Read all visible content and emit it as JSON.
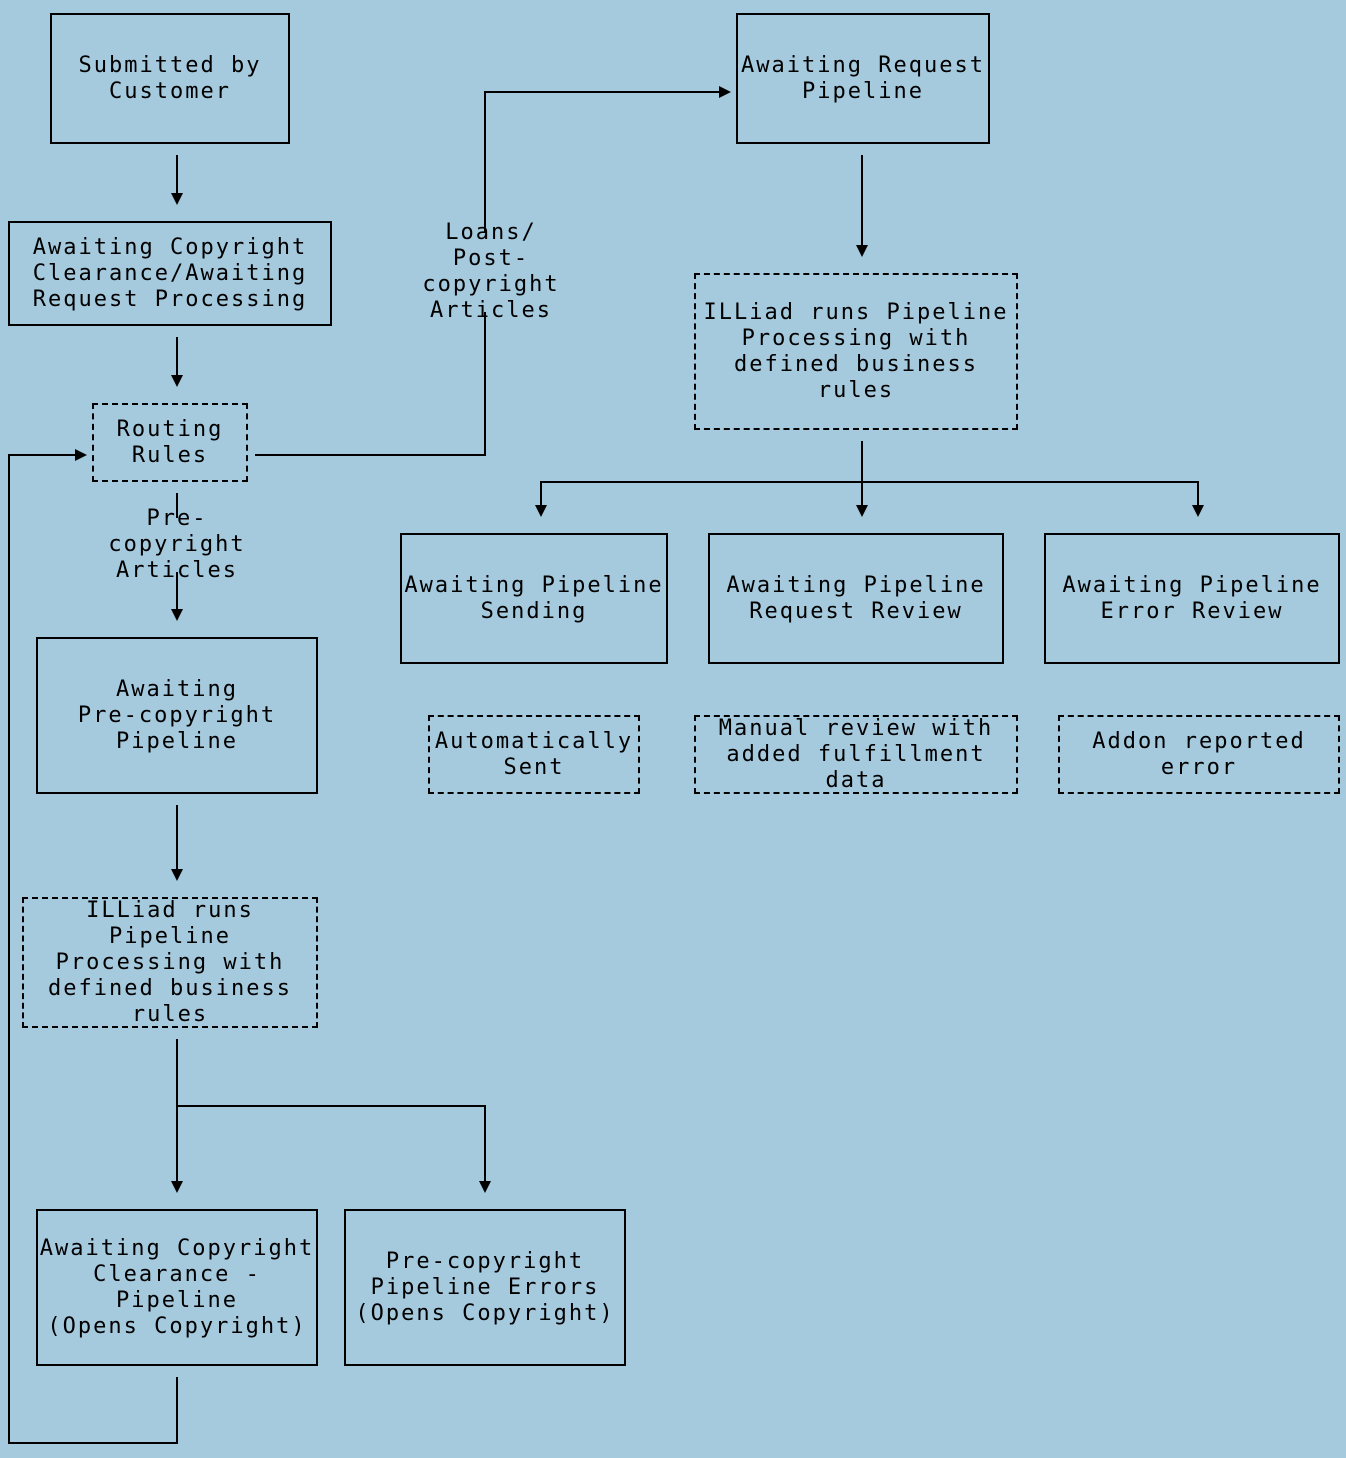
{
  "nodes": {
    "submitted": "Submitted by\nCustomer",
    "awaiting_copyright_clearance": "Awaiting Copyright\nClearance/Awaiting\nRequest Processing",
    "routing_rules": "Routing\nRules",
    "awaiting_precopyright_pipeline": "Awaiting\nPre-copyright\nPipeline",
    "illiad_left": "ILLiad runs Pipeline\nProcessing with\ndefined business\nrules",
    "awaiting_copyright_pipeline": "Awaiting Copyright\nClearance -\nPipeline\n(Opens Copyright)",
    "precopyright_errors": "Pre-copyright\nPipeline Errors\n(Opens Copyright)",
    "awaiting_request_pipeline": "Awaiting Request\nPipeline",
    "illiad_right": "ILLiad runs Pipeline\nProcessing with\ndefined business rules",
    "pipeline_sending": "Awaiting Pipeline\nSending",
    "pipeline_request_review": "Awaiting Pipeline\nRequest Review",
    "pipeline_error_review": "Awaiting Pipeline\nError Review",
    "auto_sent": "Automatically\nSent",
    "manual_review": "Manual review with\nadded fulfillment data",
    "addon_error": "Addon reported\nerror"
  },
  "edge_labels": {
    "loans_post_copyright": "Loans/\nPost-copyright\nArticles",
    "pre_copyright_articles": "Pre-copyright\nArticles"
  }
}
